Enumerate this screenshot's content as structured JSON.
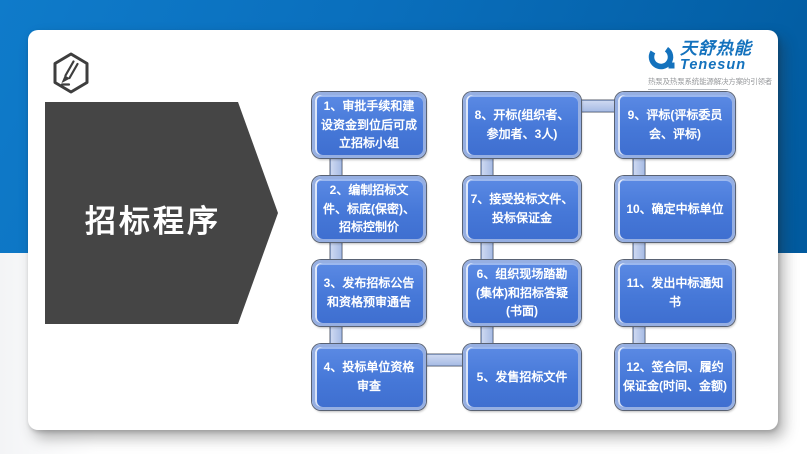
{
  "slide": {
    "logo": {
      "brand_cn": "天舒热能",
      "brand_en": "Tenesun",
      "tagline": "热泵及热泵系统能源解决方案的引领者"
    },
    "title": "招标程序",
    "flow": {
      "columns": [
        {
          "boxes": [
            {
              "text": "1、审批手续和建设资金到位后可成立招标小组"
            },
            {
              "text": "2、编制招标文件、标底(保密)、招标控制价"
            },
            {
              "text": "3、发布招标公告和资格预审通告"
            },
            {
              "text": "4、投标单位资格审查"
            }
          ]
        },
        {
          "boxes": [
            {
              "text": "8、开标(组织者、参加者、3人)"
            },
            {
              "text": "7、接受投标文件、投标保证金"
            },
            {
              "text": "6、组织现场踏勘(集体)和招标答疑(书面)"
            },
            {
              "text": "5、发售招标文件"
            }
          ]
        },
        {
          "boxes": [
            {
              "text": "9、评标(评标委员会、评标)"
            },
            {
              "text": "10、确定中标单位"
            },
            {
              "text": "11、发出中标通知书"
            },
            {
              "text": "12、签合同、履约保证金(时间、金额)"
            }
          ]
        }
      ]
    },
    "colors": {
      "band_blue": "#0a6fbd",
      "brand_blue": "#1472bd",
      "box_fill": "#4678d8",
      "box_border": "#96afe2",
      "connector_fill": "#b7c7ea",
      "arrow_fill": "#454545"
    }
  }
}
